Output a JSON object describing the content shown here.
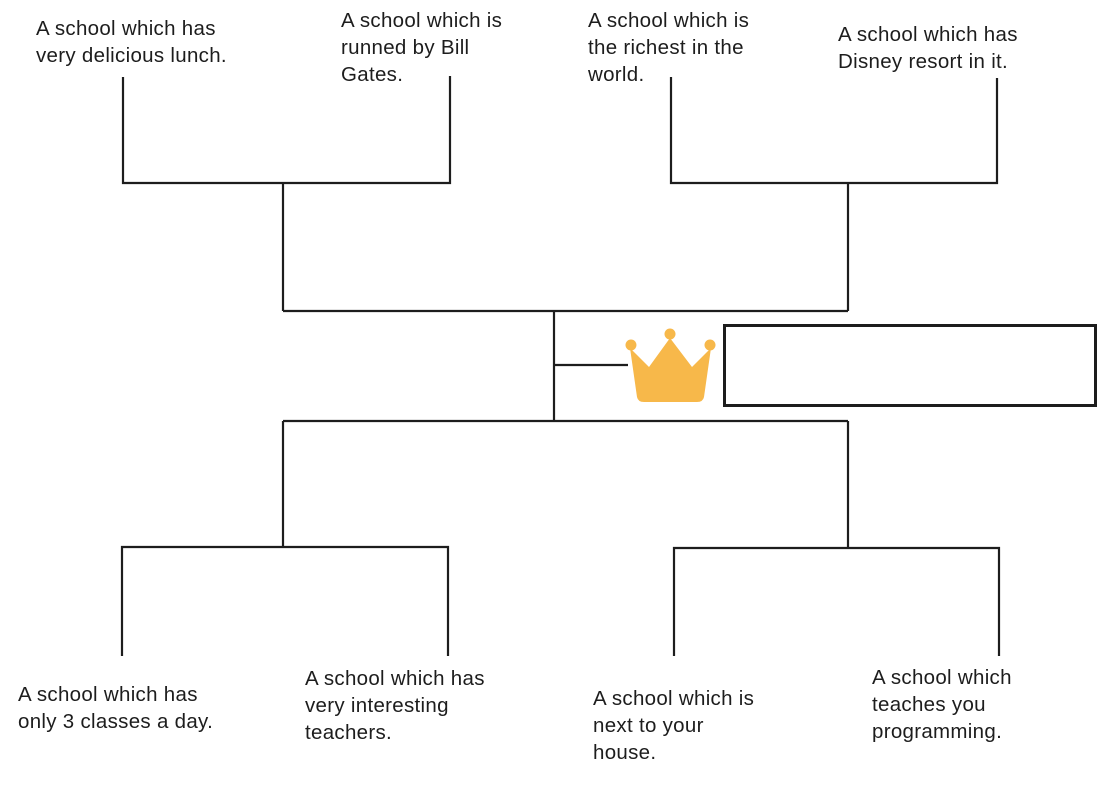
{
  "colors": {
    "line": "#1d1d1d",
    "crown": "#f7b84a",
    "background": "#ffffff"
  },
  "matches": {
    "top_left": {
      "competitor_a": "A school which has\nvery delicious lunch.",
      "competitor_b": "A school which is\nrunned by Bill\nGates."
    },
    "top_right": {
      "competitor_a": "A school which is\nthe richest in the\nworld.",
      "competitor_b": "A school which has\nDisney resort in it."
    },
    "bottom_left": {
      "competitor_a": "A school which has\nonly 3 classes a day.",
      "competitor_b": "A school which has\nvery interesting\nteachers."
    },
    "bottom_right": {
      "competitor_a": "A school which is\nnext to your\nhouse.",
      "competitor_b": "A school which\nteaches you\nprogramming."
    }
  },
  "winner": {
    "value": "",
    "icon": "crown-icon"
  }
}
